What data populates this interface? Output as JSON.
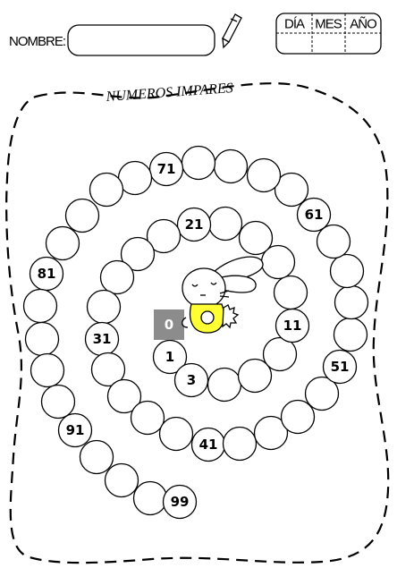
{
  "header": {
    "name_label": "NOMBRE:",
    "date_headers": [
      "DÍA",
      "MES",
      "AÑO"
    ]
  },
  "worksheet": {
    "title": "NUMEROS IMPARES",
    "start_number": "0",
    "numbered_circles": [
      "1",
      "3",
      "11",
      "21",
      "31",
      "41",
      "51",
      "61",
      "71",
      "81",
      "91",
      "99"
    ]
  },
  "colors": {
    "start_box": "#8c8c8c",
    "bunny_accent": "#ffff33"
  }
}
